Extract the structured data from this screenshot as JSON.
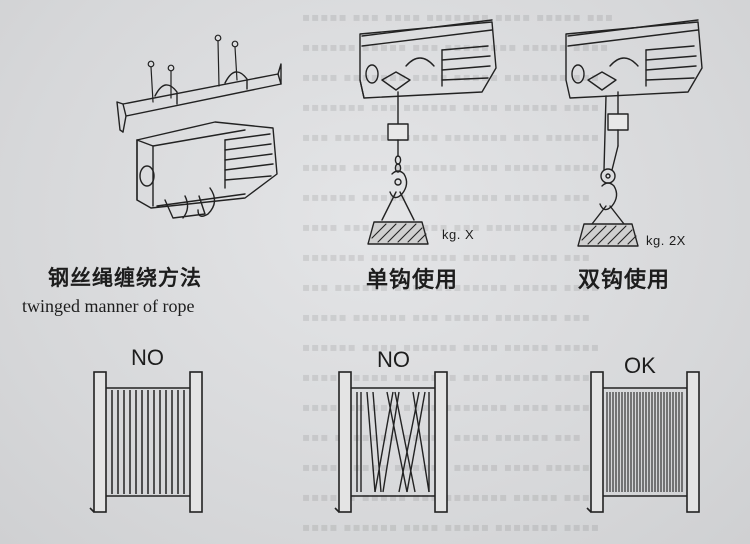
{
  "captions": {
    "rope_manner_cn": "钢丝绳缠绕方法",
    "rope_manner_en": "twinged manner of rope",
    "single_hook": "单钩使用",
    "double_hook": "双钩使用"
  },
  "load_labels": {
    "single": "kg. X",
    "double": "kg. 2X"
  },
  "drum_labels": [
    "NO",
    "NO",
    "OK"
  ]
}
